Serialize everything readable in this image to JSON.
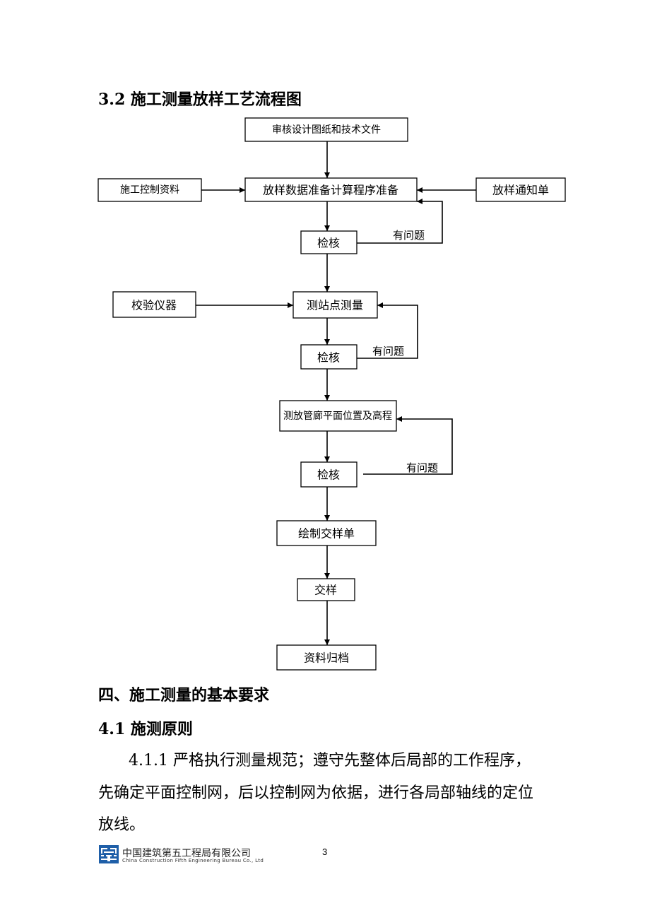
{
  "section_title": "3.2 施工测量放样工艺流程图",
  "flowchart": {
    "nodes": {
      "review_docs": "审核设计图纸和技术文件",
      "control_data": "施工控制资料",
      "prep_data": "放样数据准备计算程序准备",
      "notice": "放样通知单",
      "check1": "检核",
      "calibrate": "校验仪器",
      "station_survey": "测站点测量",
      "check2": "检核",
      "gallery_survey": "测放管廊平面位置及高程",
      "check3": "检核",
      "draw_sheet": "绘制交样单",
      "handover": "交样",
      "archive": "资料归档"
    },
    "feedback_label_1": "有问题",
    "feedback_label_2": "有问题",
    "feedback_label_3": "有问题"
  },
  "chapter_title": "四、施工测量的基本要求",
  "subsection_title": "4.1  施测原则",
  "paragraph": {
    "line1": "4.1.1 严格执行测量规范；遵守先整体后局部的工作程序，",
    "line2": "先确定平面控制网，后以控制网为依据，进行各局部轴线的定位",
    "line3": "放线。"
  },
  "footer": {
    "company_cn": "中国建筑第五工程局有限公司",
    "company_en": "China Construction Fifth Engineering Bureau Co., Ltd",
    "page_number": "3",
    "logo_color": "#1f5fa8"
  }
}
